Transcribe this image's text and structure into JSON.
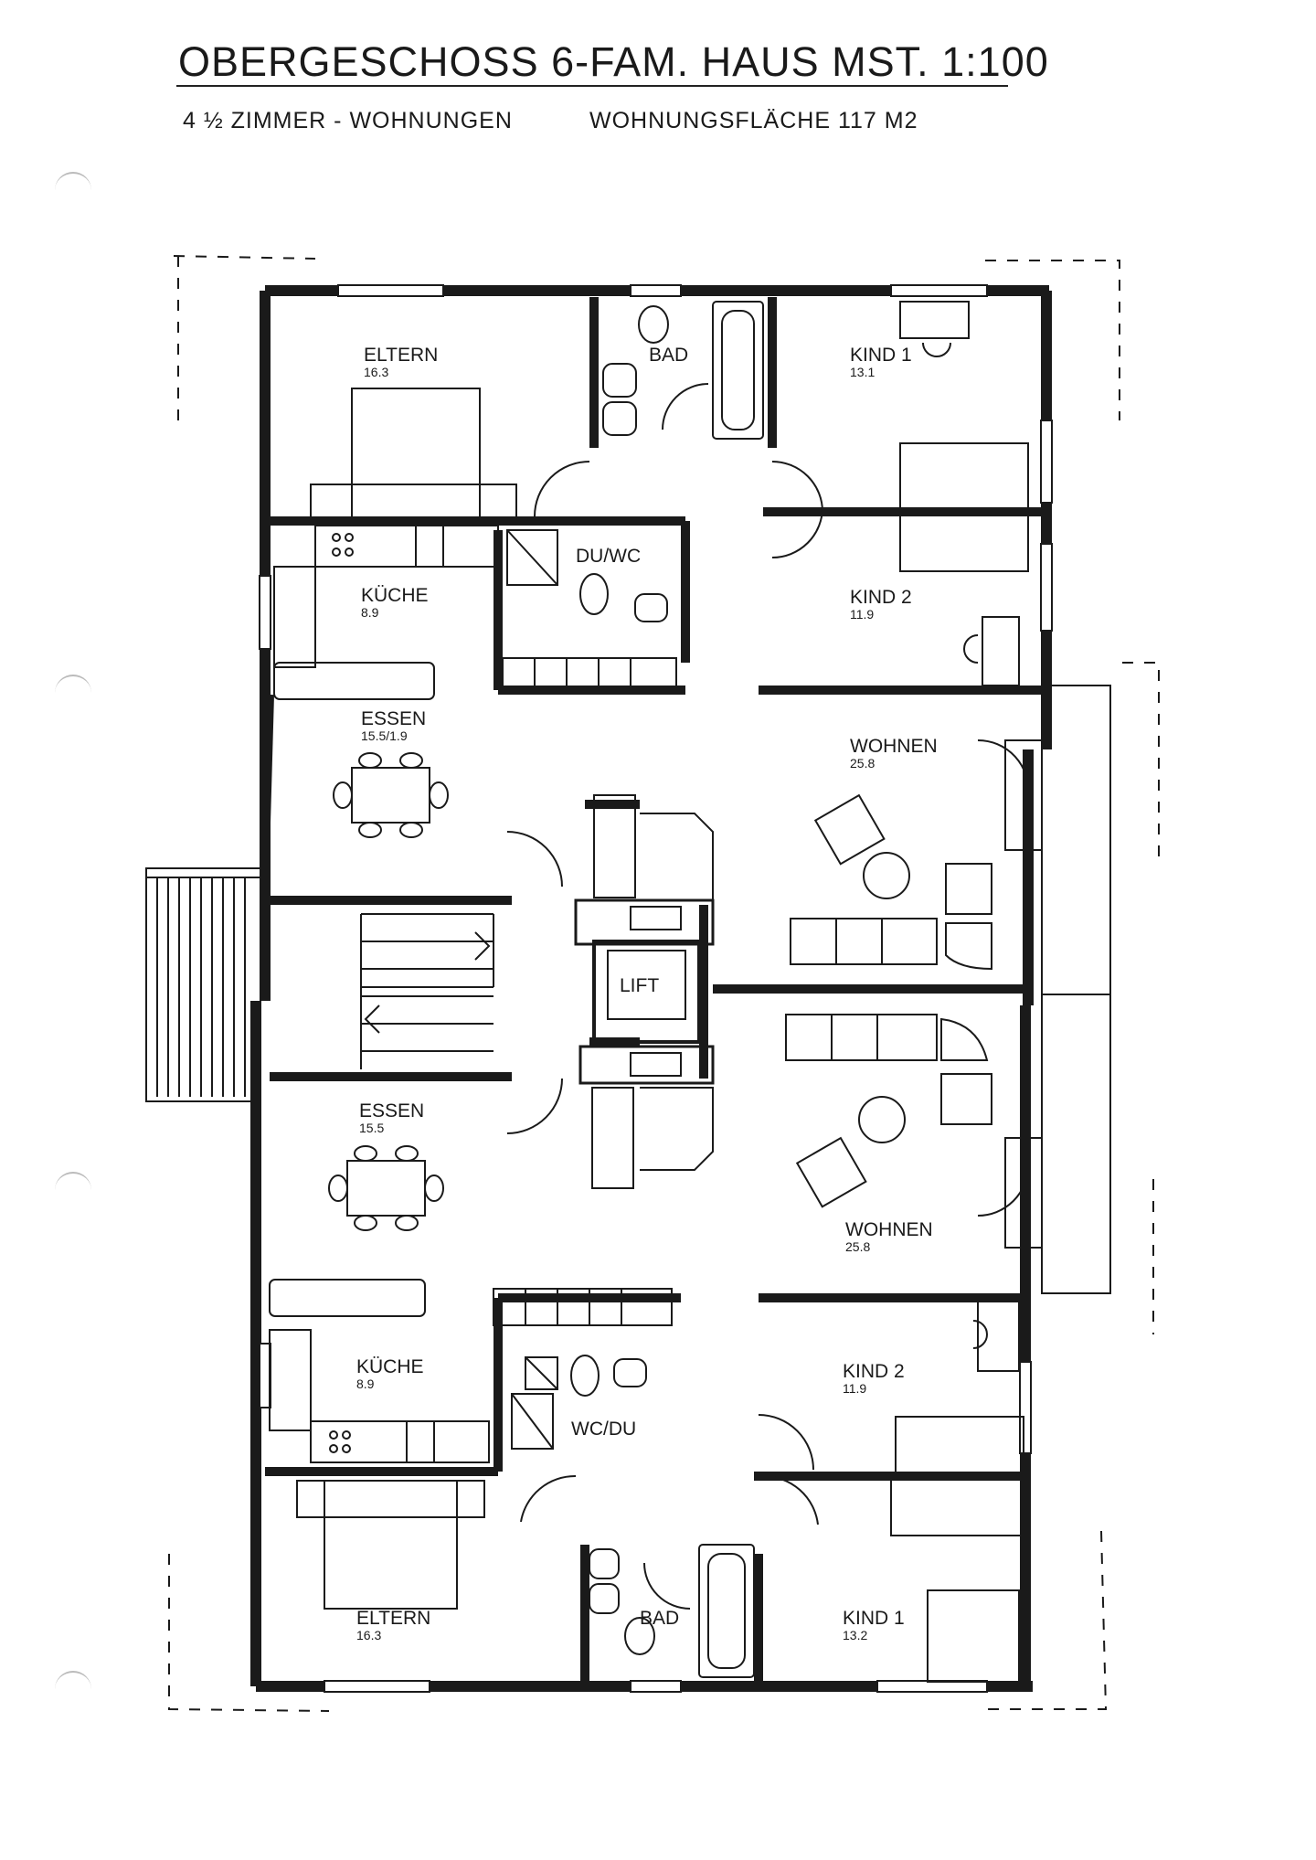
{
  "header": {
    "title": "OBERGESCHOSS  6-FAM. HAUS  MST. 1:100",
    "subtitle_left": "4 ½  ZIMMER - WOHNUNGEN",
    "subtitle_right": "WOHNUNGSFLÄCHE  117 M2"
  },
  "upper_apartment": {
    "eltern": {
      "name": "ELTERN",
      "area": "16.3"
    },
    "bad": {
      "name": "BAD"
    },
    "kind1": {
      "name": "KIND 1",
      "area": "13.1"
    },
    "duwc": {
      "name": "DU/WC"
    },
    "kueche": {
      "name": "KÜCHE",
      "area": "8.9"
    },
    "kind2": {
      "name": "KIND 2",
      "area": "11.9"
    },
    "essen": {
      "name": "ESSEN",
      "area": "15.5/1.9"
    },
    "wohnen": {
      "name": "WOHNEN",
      "area": "25.8"
    }
  },
  "core": {
    "lift": "LIFT"
  },
  "lower_apartment": {
    "essen": {
      "name": "ESSEN",
      "area": "15.5"
    },
    "wohnen": {
      "name": "WOHNEN",
      "area": "25.8"
    },
    "kueche": {
      "name": "KÜCHE",
      "area": "8.9"
    },
    "kind2": {
      "name": "KIND 2",
      "area": "11.9"
    },
    "wcdu": {
      "name": "WC/DU"
    },
    "eltern": {
      "name": "ELTERN",
      "area": "16.3"
    },
    "bad": {
      "name": "BAD"
    },
    "kind1": {
      "name": "KIND 1",
      "area": "13.2"
    }
  },
  "colors": {
    "ink": "#1a1a1a",
    "paper": "#ffffff"
  }
}
